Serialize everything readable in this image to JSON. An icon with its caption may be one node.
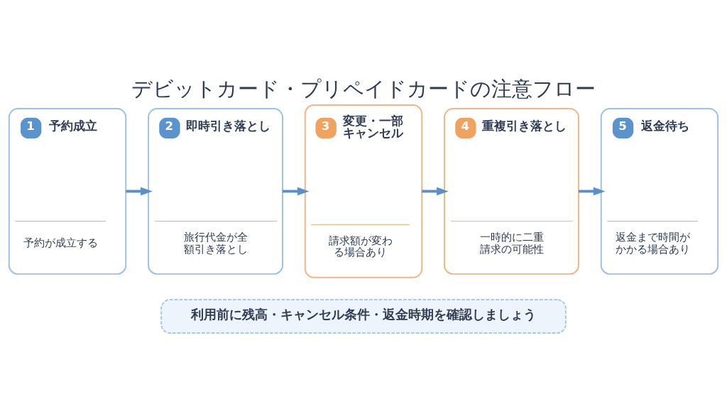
{
  "diagram": {
    "title": "デビットカード・プリペイドカードの注意フロー",
    "nodes": [
      {
        "text": [
          "1",
          "予約成立",
          "予約が成立する"
        ]
      },
      {
        "text": [
          "2",
          "即時引き落とし",
          "旅行代金が全額引き落とし"
        ]
      },
      {
        "text": [
          "3",
          "変更・一部キャンセル",
          "請求額が変わる場合あり"
        ]
      },
      {
        "text": [
          "4",
          "重複引き落とし",
          "一時的に二重請求の可能性"
        ]
      },
      {
        "text": [
          "5",
          "返金待ち",
          "返金まで時間がかかる場合あり"
        ]
      },
      {
        "text": [
          "利用前に残高・キャンセル条件・返金時期を確認しましょう"
        ]
      }
    ],
    "edges": [
      {
        "from": 0,
        "to": 1,
        "arrow": "to"
      },
      {
        "from": 1,
        "to": 2,
        "arrow": "to"
      },
      {
        "from": 2,
        "to": 3,
        "arrow": "to"
      },
      {
        "from": 3,
        "to": 4,
        "arrow": "to"
      }
    ]
  }
}
